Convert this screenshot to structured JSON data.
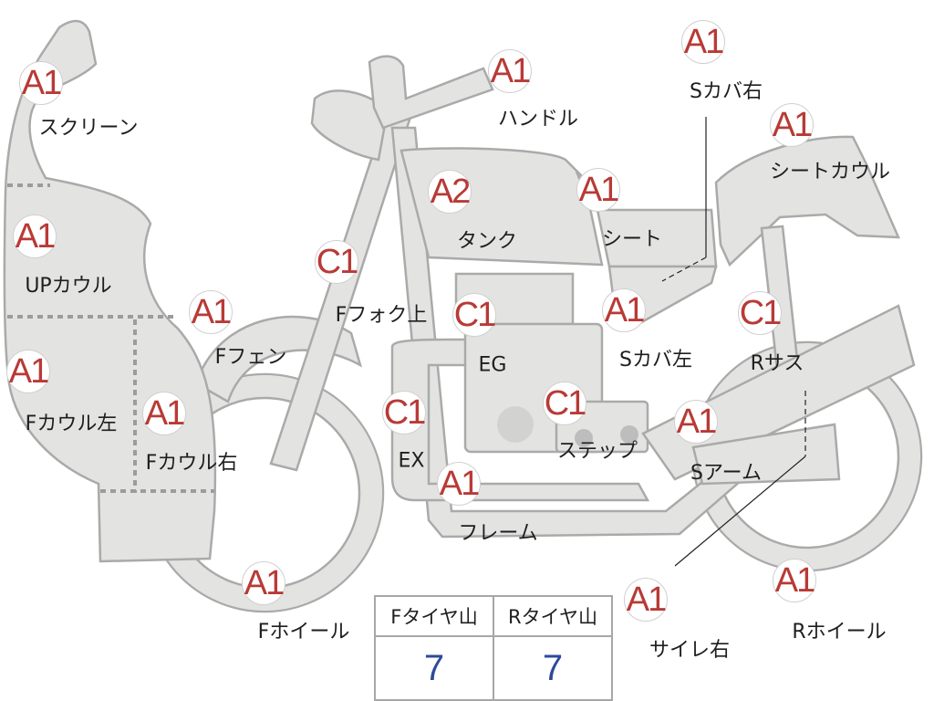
{
  "parts": [
    {
      "id": "screen",
      "rating": "A1",
      "label": "スクリーン"
    },
    {
      "id": "up-cowl",
      "rating": "A1",
      "label": "UPカウル"
    },
    {
      "id": "f-cowl-left",
      "rating": "A1",
      "label": "Fカウル左"
    },
    {
      "id": "f-cowl-right",
      "rating": "A1",
      "label": "Fカウル右"
    },
    {
      "id": "f-fender",
      "rating": "A1",
      "label": "Fフェン"
    },
    {
      "id": "f-fork-upper",
      "rating": "C1",
      "label": "Fフォク上"
    },
    {
      "id": "f-wheel",
      "rating": "A1",
      "label": "Fホイール"
    },
    {
      "id": "handle",
      "rating": "A1",
      "label": "ハンドル"
    },
    {
      "id": "tank",
      "rating": "A2",
      "label": "タンク"
    },
    {
      "id": "engine",
      "rating": "C1",
      "label": "EG"
    },
    {
      "id": "exhaust",
      "rating": "C1",
      "label": "EX"
    },
    {
      "id": "frame",
      "rating": "A1",
      "label": "フレーム"
    },
    {
      "id": "step",
      "rating": "C1",
      "label": "ステップ"
    },
    {
      "id": "seat",
      "rating": "A1",
      "label": "シート"
    },
    {
      "id": "side-cover-right",
      "rating": "A1",
      "label": "Sカバ右"
    },
    {
      "id": "seat-cowl",
      "rating": "A1",
      "label": "シートカウル"
    },
    {
      "id": "side-cover-left",
      "rating": "A1",
      "label": "Sカバ左"
    },
    {
      "id": "r-suspension",
      "rating": "C1",
      "label": "Rサス"
    },
    {
      "id": "swing-arm",
      "rating": "A1",
      "label": "Sアーム"
    },
    {
      "id": "muffler-right",
      "rating": "A1",
      "label": "サイレ右"
    },
    {
      "id": "r-wheel",
      "rating": "A1",
      "label": "Rホイール"
    }
  ],
  "tread_table": {
    "headers": [
      "Fタイヤ山",
      "Rタイヤ山"
    ],
    "values": [
      "7",
      "7"
    ]
  },
  "colors": {
    "rating_text": "#b83a36",
    "part_fill": "#e3e4e2",
    "part_outline": "#a9aaa9",
    "tread_value": "#2c4a9c"
  }
}
